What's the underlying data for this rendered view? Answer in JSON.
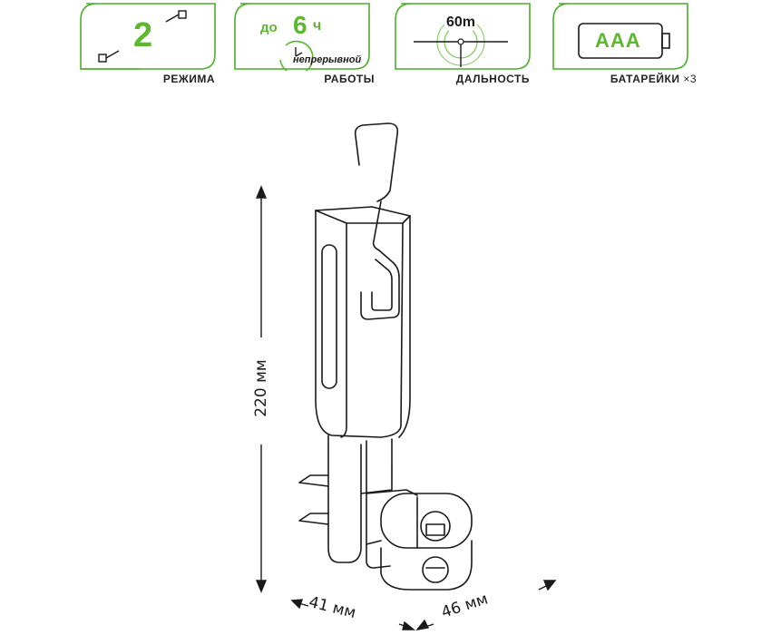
{
  "features": [
    {
      "id": "modes",
      "number": "2",
      "label": "РЕЖИМА",
      "icon": "mode-switch-icon"
    },
    {
      "id": "runtime",
      "prefix": "до",
      "number": "6",
      "unit": "ч",
      "sub": "непрерывной",
      "label": "РАБОТЫ",
      "icon": "clock-icon"
    },
    {
      "id": "range",
      "value": "60m",
      "label": "ДАЛЬНОСТЬ",
      "icon": "crosshair-icon"
    },
    {
      "id": "battery",
      "value": "AAA",
      "label": "БАТАРЕЙКИ",
      "multiplier": "×3",
      "icon": "battery-icon"
    }
  ],
  "dimensions": {
    "height": "220 мм",
    "width": "41 мм",
    "depth": "46 мм"
  },
  "colors": {
    "accent": "#5cb82e",
    "line": "#1a1a1a",
    "frame": "#4caf2a"
  }
}
